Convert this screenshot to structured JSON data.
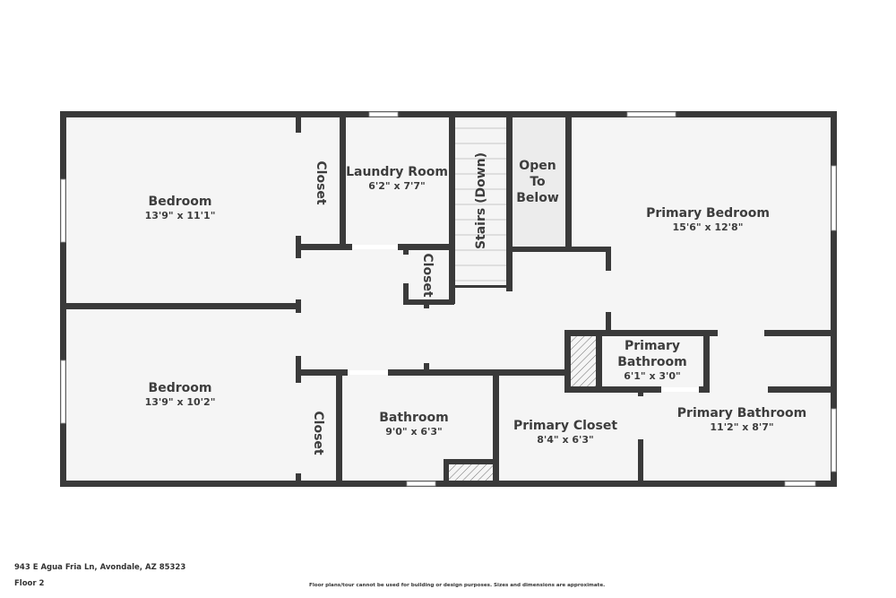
{
  "floor_plan": {
    "colors": {
      "wall": "#3a3a3a",
      "floor": "#f5f5f5",
      "open_to_below": "#ececec",
      "window": "#ffffff",
      "background": "#ffffff"
    },
    "rooms": [
      {
        "name": "Bedroom",
        "dimensions": "13'9\" x 11'1\""
      },
      {
        "name": "Closet",
        "dimensions": ""
      },
      {
        "name": "Laundry Room",
        "dimensions": "6'2\" x 7'7\""
      },
      {
        "name": "Stairs (Down)",
        "dimensions": ""
      },
      {
        "name": "Open To Below",
        "line1": "Open",
        "line2": "To",
        "line3": "Below",
        "dimensions": ""
      },
      {
        "name": "Primary Bedroom",
        "dimensions": "15'6\" x 12'8\""
      },
      {
        "name": "Closet",
        "dimensions": ""
      },
      {
        "name": "Bedroom",
        "dimensions": "13'9\" x 10'2\""
      },
      {
        "name": "Closet",
        "dimensions": ""
      },
      {
        "name": "Bathroom",
        "dimensions": "9'0\" x 6'3\""
      },
      {
        "name": "Primary Closet",
        "dimensions": "8'4\" x 6'3\""
      },
      {
        "name": "Primary Bathroom",
        "line1": "Primary",
        "line2": "Bathroom",
        "dimensions": "6'1\" x 3'0\""
      },
      {
        "name": "Primary Bathroom",
        "dimensions": "11'2\" x 8'7\""
      }
    ]
  },
  "footer": {
    "address": "943 E Agua Fria Ln, Avondale, AZ 85323",
    "floor": "Floor 2",
    "disclaimer": "Floor plans/tour cannot be used for building or design purposes. Sizes and dimensions are approximate."
  }
}
